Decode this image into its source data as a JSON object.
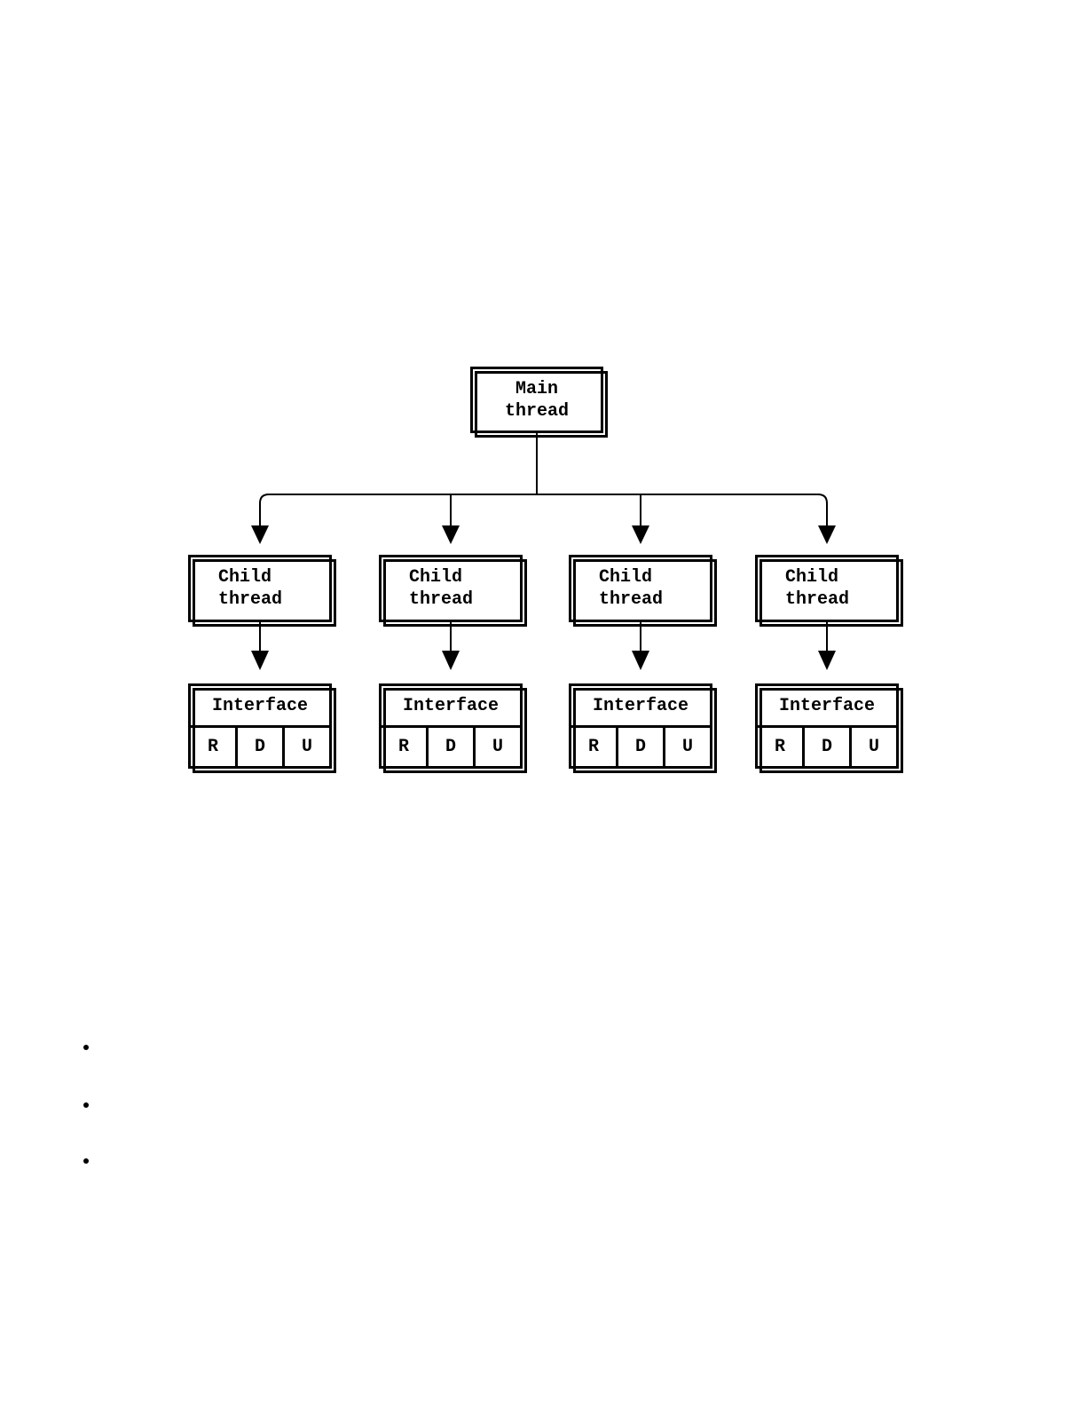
{
  "page": {
    "background": "#ffffff",
    "ink": "#000000"
  },
  "diagram": {
    "root": {
      "label": "Main\nthread"
    },
    "columns": [
      {
        "child": {
          "label": "Child\nthread"
        },
        "interface": {
          "title": "Interface",
          "cells": [
            "R",
            "D",
            "U"
          ]
        }
      },
      {
        "child": {
          "label": "Child\nthread"
        },
        "interface": {
          "title": "Interface",
          "cells": [
            "R",
            "D",
            "U"
          ]
        }
      },
      {
        "child": {
          "label": "Child\nthread"
        },
        "interface": {
          "title": "Interface",
          "cells": [
            "R",
            "D",
            "U"
          ]
        }
      },
      {
        "child": {
          "label": "Child\nthread"
        },
        "interface": {
          "title": "Interface",
          "cells": [
            "R",
            "D",
            "U"
          ]
        }
      }
    ]
  },
  "bullets": {
    "count": 3
  }
}
